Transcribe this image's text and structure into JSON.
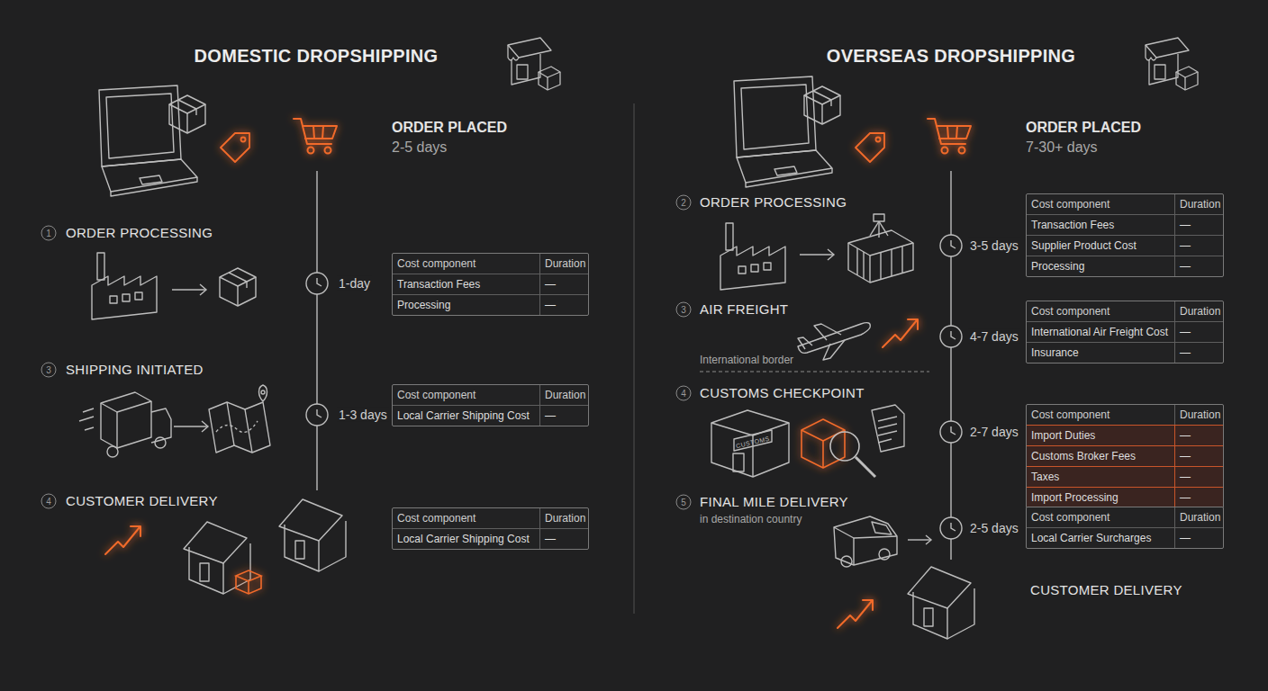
{
  "diagram": {
    "nodes": [
      {
        "text": [
          "Cost component",
          "Duration",
          "Transaction Fees",
          "—",
          "Processing",
          "—"
        ]
      },
      {
        "text": [
          "Cost component",
          "Duration",
          "Local Carrier Shipping Cost",
          "—"
        ]
      },
      {
        "text": [
          "Cost component",
          "Duration",
          "Local Carrier Shipping Cost",
          "—"
        ]
      },
      {
        "text": [
          "Cost component",
          "Duration",
          "Transaction Fees",
          "—",
          "Supplier Product Cost",
          "—",
          "Processing",
          "—"
        ]
      },
      {
        "text": [
          "Cost component",
          "Duration",
          "International Air Freight Cost",
          "—",
          "Insurance",
          "—"
        ]
      },
      {
        "text": [
          "Cost component",
          "Duration",
          "Import Duties",
          "—",
          "Customs Broker Fees",
          "—",
          "Taxes",
          "—",
          "Import Processing",
          "—"
        ]
      },
      {
        "text": [
          "Cost component",
          "Duration",
          "Local Carrier Surcharges",
          "—"
        ]
      }
    ],
    "labels": [
      "DOMESTIC DROPSHIPPING",
      "ORDER PLACED",
      "2-5 days",
      "1",
      "ORDER PROCESSING",
      "1-day",
      "3",
      "SHIPPING INITIATED",
      "1-3 days",
      "4",
      "CUSTOMER DELIVERY",
      "OVERSEAS DROPSHIPPING",
      "ORDER PLACED",
      "7-30+ days",
      "2",
      "ORDER PROCESSING",
      "3-5 days",
      "3",
      "AIR FREIGHT",
      "International border",
      "4-7 days",
      "4",
      "CUSTOMS CHECKPOINT",
      "CUSTOMS",
      "2-7 days",
      "5",
      "FINAL MILE DELIVERY",
      "in destination country",
      "2-5 days",
      "CUSTOMER DELIVERY"
    ]
  }
}
